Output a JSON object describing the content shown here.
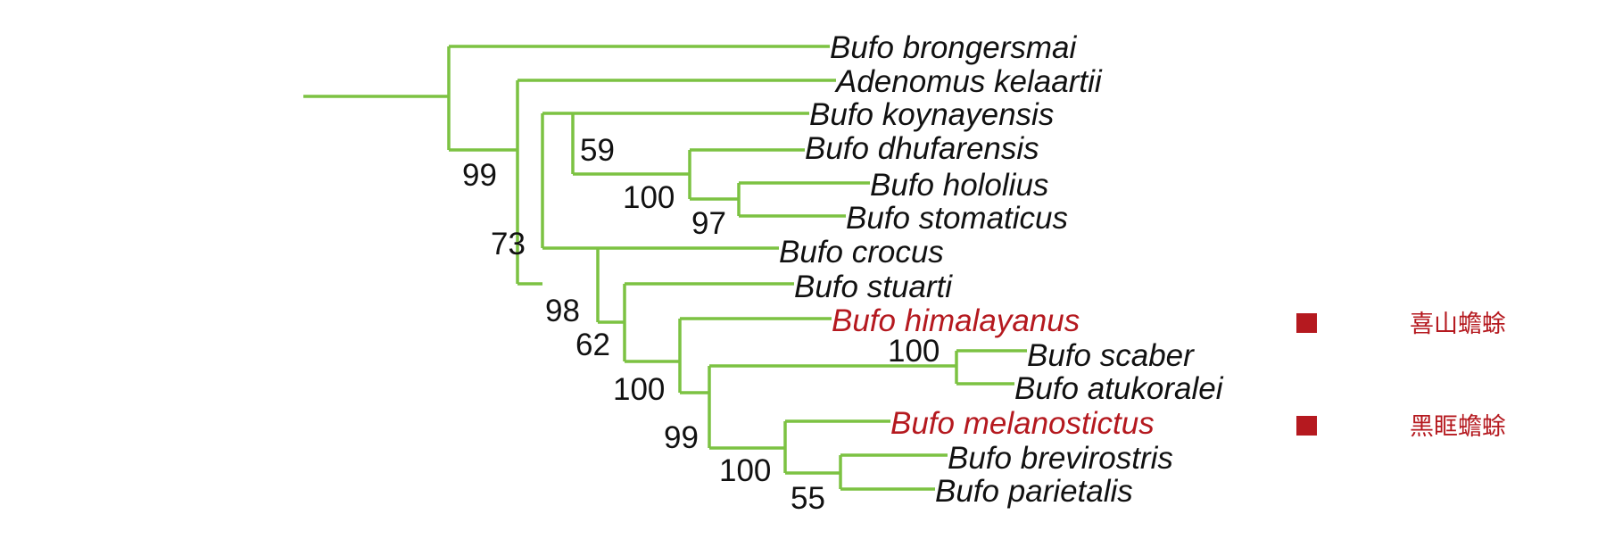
{
  "tree": {
    "taxa": [
      {
        "name": "Bufo brongersmai",
        "highlight": false
      },
      {
        "name": "Adenomus kelaartii",
        "highlight": false
      },
      {
        "name": "Bufo koynayensis",
        "highlight": false
      },
      {
        "name": "Bufo dhufarensis",
        "highlight": false
      },
      {
        "name": "Bufo hololius",
        "highlight": false
      },
      {
        "name": "Bufo stomaticus",
        "highlight": false
      },
      {
        "name": "Bufo crocus",
        "highlight": false
      },
      {
        "name": "Bufo stuarti",
        "highlight": false
      },
      {
        "name": "Bufo himalayanus",
        "highlight": true
      },
      {
        "name": "Bufo scaber",
        "highlight": false
      },
      {
        "name": "Bufo atukoralei",
        "highlight": false
      },
      {
        "name": "Bufo melanostictus",
        "highlight": true
      },
      {
        "name": "Bufo brevirostris",
        "highlight": false
      },
      {
        "name": "Bufo parietalis",
        "highlight": false
      }
    ],
    "support_values": [
      "99",
      "73",
      "59",
      "100",
      "97",
      "98",
      "62",
      "100",
      "100",
      "99",
      "100",
      "55"
    ],
    "highlight_labels": [
      {
        "taxon": "Bufo himalayanus",
        "label": "喜山蟾蜍"
      },
      {
        "taxon": "Bufo melanostictus",
        "label": "黑眶蟾蜍"
      }
    ]
  },
  "colors": {
    "branch": "#7cc242",
    "highlight": "#b5191f",
    "text": "#111111"
  }
}
